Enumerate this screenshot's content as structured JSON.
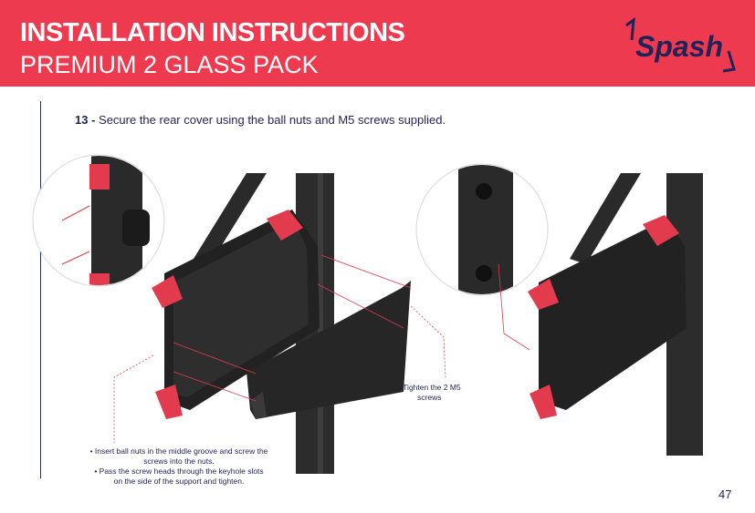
{
  "header": {
    "title": "INSTALLATION INSTRUCTIONS",
    "subtitle": "PREMIUM 2 GLASS PACK",
    "logo_text": "Spash"
  },
  "step": {
    "number": "13 -",
    "text": " Secure the rear cover using the ball nuts and M5 screws supplied."
  },
  "notes": {
    "tighten_line1": "• Tighten the 2 M5",
    "tighten_line2": "screws",
    "ball_nuts_line1": "• Insert ball nuts in the middle groove and screw the",
    "ball_nuts_line2": "screws into the nuts.",
    "screw_heads_line1": "• Pass the screw heads through the keyhole slots",
    "screw_heads_line2": "on the side of the support and tighten."
  },
  "page_number": "47",
  "colors": {
    "header_bg": "#ee3a4f",
    "accent_red": "#e23b4e",
    "navy": "#1f2357",
    "metal_dark": "#2a2a2a"
  }
}
